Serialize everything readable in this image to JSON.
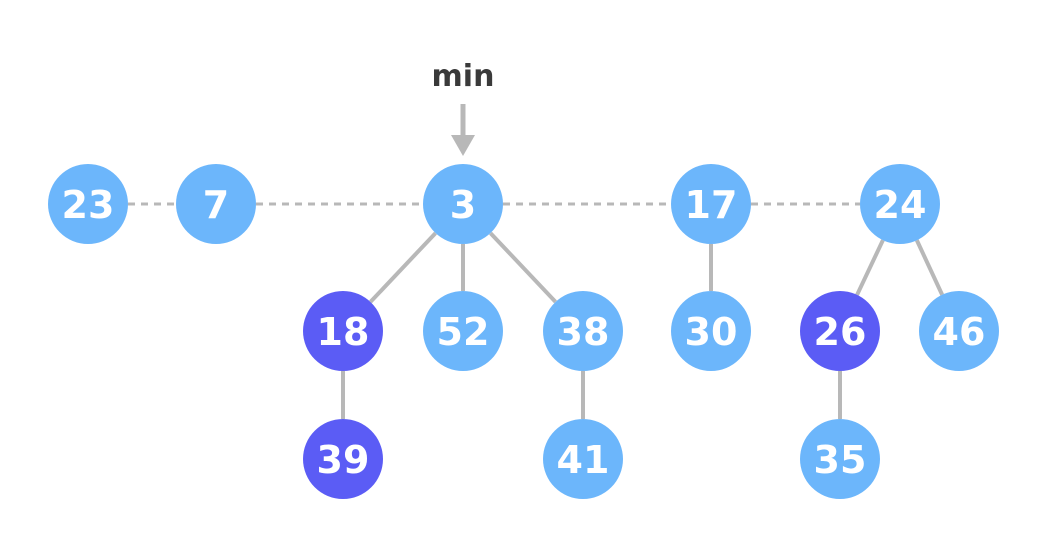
{
  "colors": {
    "node": "#6cb6fb",
    "marked": "#5b5cf5",
    "edge": "#b8b8b8",
    "root_link": "#b8b8b8",
    "pointer": "#b8b8b8",
    "text": "#ffffff",
    "min_text": "#3a3a3a"
  },
  "min_pointer": {
    "label": "min",
    "target": "3"
  },
  "root_list": [
    "23",
    "7",
    "3",
    "17",
    "24"
  ],
  "nodes": [
    {
      "id": "23",
      "label": "23",
      "marked": false
    },
    {
      "id": "7",
      "label": "7",
      "marked": false
    },
    {
      "id": "3",
      "label": "3",
      "marked": false
    },
    {
      "id": "17",
      "label": "17",
      "marked": false
    },
    {
      "id": "24",
      "label": "24",
      "marked": false
    },
    {
      "id": "18",
      "label": "18",
      "marked": true
    },
    {
      "id": "52",
      "label": "52",
      "marked": false
    },
    {
      "id": "38",
      "label": "38",
      "marked": false
    },
    {
      "id": "30",
      "label": "30",
      "marked": false
    },
    {
      "id": "26",
      "label": "26",
      "marked": true
    },
    {
      "id": "46",
      "label": "46",
      "marked": false
    },
    {
      "id": "39",
      "label": "39",
      "marked": true
    },
    {
      "id": "41",
      "label": "41",
      "marked": false
    },
    {
      "id": "35",
      "label": "35",
      "marked": false
    }
  ],
  "edges": [
    [
      "3",
      "18"
    ],
    [
      "3",
      "52"
    ],
    [
      "3",
      "38"
    ],
    [
      "18",
      "39"
    ],
    [
      "38",
      "41"
    ],
    [
      "17",
      "30"
    ],
    [
      "24",
      "26"
    ],
    [
      "24",
      "46"
    ],
    [
      "26",
      "35"
    ]
  ]
}
